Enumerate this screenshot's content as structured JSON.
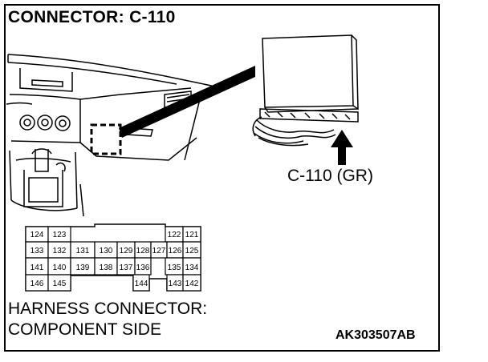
{
  "title": "CONNECTOR: C-110",
  "connector_label": "C-110 (GR)",
  "caption": {
    "line1": "HARNESS CONNECTOR:",
    "line2": "COMPONENT SIDE"
  },
  "figure_code": "AK303507AB",
  "pins": {
    "row1": [
      "124",
      "123",
      "122",
      "121"
    ],
    "row2": [
      "133",
      "132",
      "131",
      "130",
      "129",
      "128",
      "127",
      "126",
      "125"
    ],
    "row3": [
      "141",
      "140",
      "139",
      "138",
      "137",
      "136",
      "135",
      "134"
    ],
    "row4": [
      "146",
      "145",
      "144",
      "143",
      "142"
    ]
  }
}
